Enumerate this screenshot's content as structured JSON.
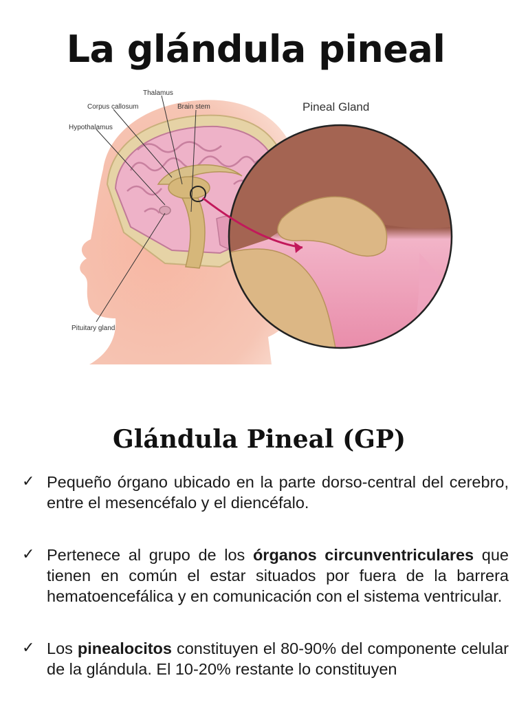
{
  "title": "La glándula pineal",
  "figure": {
    "labels": {
      "thalamus": "Thalamus",
      "corpus_callosum": "Corpus callosum",
      "brain_stem": "Brain stem",
      "hypothalamus": "Hypothalamus",
      "pituitary_gland": "Pituitary gland",
      "pineal_gland": "Pineal Gland"
    }
  },
  "section_title": "Glándula Pineal (GP)",
  "bullets": [
    {
      "text": "Pequeño órgano ubicado en la parte dorso-central del cerebro, entre el mesencéfalo y el diencéfalo."
    },
    {
      "before": "Pertenece al grupo de los ",
      "bold": "órganos circunventriculares",
      "after": " que tienen en común el estar situados por fuera de la barrera hematoencefálica y en comunicación con el sistema ventricular."
    },
    {
      "before": "Los ",
      "bold": "pinealocitos",
      "after": " constituyen el 80-90% del componente celular de la glándula. El 10-20% restante lo constituyen"
    }
  ],
  "check_icon": "checkmark-icon"
}
